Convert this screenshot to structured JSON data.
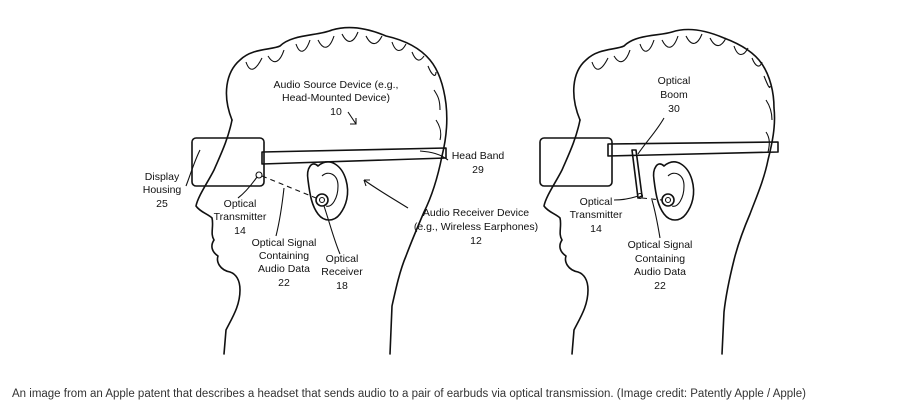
{
  "left_figure": {
    "audio_source": [
      "Audio Source Device (e.g.,",
      "Head-Mounted Device)",
      "10"
    ],
    "head_band": [
      "Head Band",
      "29"
    ],
    "display_housing": [
      "Display",
      "Housing",
      "25"
    ],
    "optical_transmitter": [
      "Optical",
      "Transmitter",
      "14"
    ],
    "optical_signal": [
      "Optical Signal",
      "Containing",
      "Audio Data",
      "22"
    ],
    "optical_receiver": [
      "Optical",
      "Receiver",
      "18"
    ],
    "audio_receiver": [
      "Audio Receiver Device",
      "(e.g., Wireless Earphones)",
      "12"
    ]
  },
  "right_figure": {
    "optical_boom": [
      "Optical",
      "Boom",
      "30"
    ],
    "optical_transmitter": [
      "Optical",
      "Transmitter",
      "14"
    ],
    "optical_signal": [
      "Optical Signal",
      "Containing",
      "Audio Data",
      "22"
    ]
  },
  "caption": "An image from an Apple patent that describes a headset that sends audio to a pair of earbuds via optical transmission.  (Image credit: Patently Apple / Apple)"
}
